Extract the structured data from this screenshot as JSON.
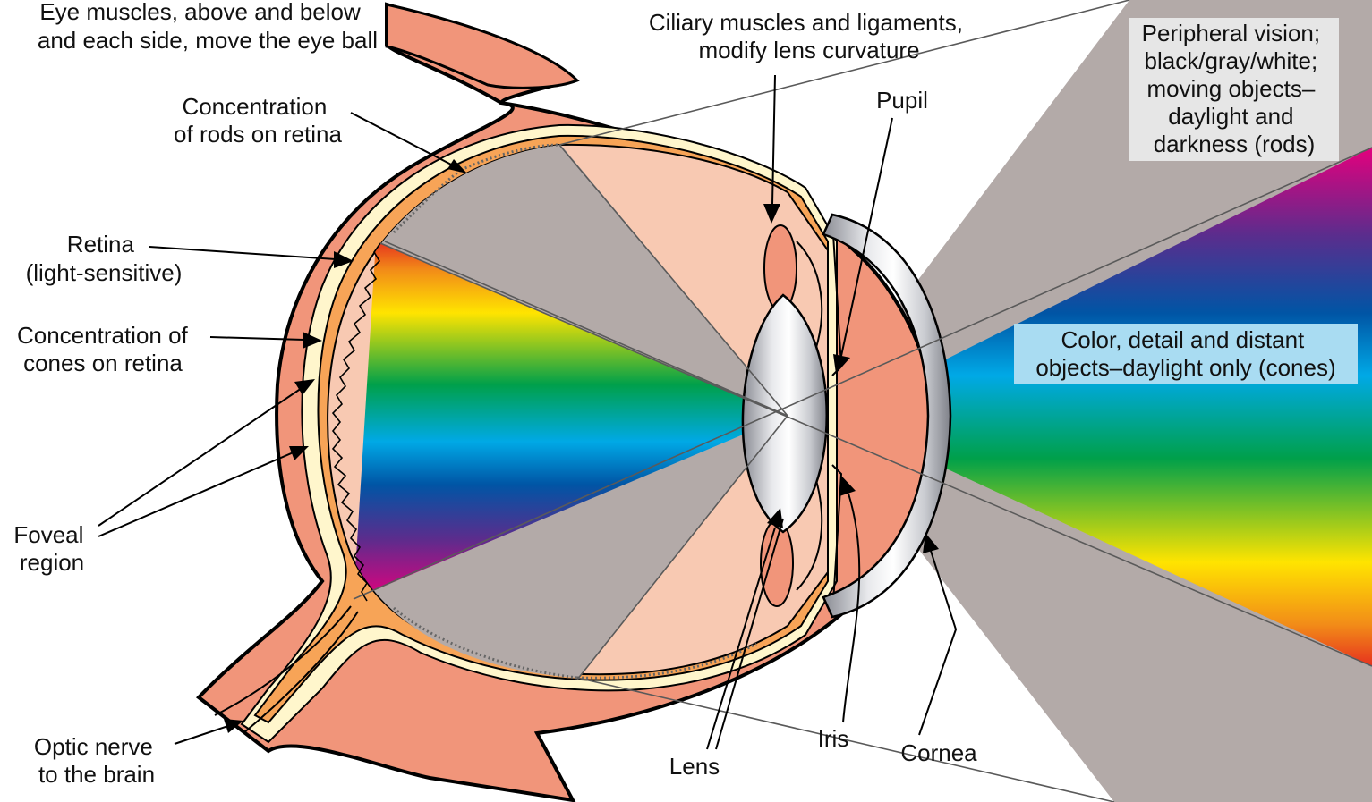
{
  "labels": {
    "eye_muscles": [
      "Eye muscles, above and below",
      "and each side, move the eye ball"
    ],
    "rods_concentration": [
      "Concentration",
      "of rods on retina"
    ],
    "retina": [
      "Retina",
      "(light-sensitive)"
    ],
    "cones_concentration": [
      "Concentration of",
      "cones on retina"
    ],
    "foveal_region": [
      "Foveal",
      "region"
    ],
    "optic_nerve": [
      "Optic nerve",
      "to the brain"
    ],
    "ciliary": [
      "Ciliary muscles and ligaments,",
      "modify lens curvature"
    ],
    "pupil": "Pupil",
    "lens": "Lens",
    "iris": "Iris",
    "cornea": "Cornea"
  },
  "boxes": {
    "peripheral_vision": [
      "Peripheral vision;",
      "black/gray/white;",
      "moving objects–",
      "daylight and",
      "darkness (rods)"
    ],
    "color_vision": [
      "Color, detail and distant",
      "objects–daylight only (cones)"
    ]
  },
  "colors": {
    "sclera": "#f1957a",
    "choroid_layer": "#fff6cc",
    "pigment_layer": "#f7a457",
    "interior": "#f8c9b2",
    "gray_field": "#b3aaa8",
    "peripheral_box": "#e6e6e6",
    "color_box": "#a9dcf2",
    "spectrum": [
      "#e4007d",
      "#5a2d8d",
      "#0055a5",
      "#00a9e6",
      "#00a04a",
      "#ffe400",
      "#f28c18",
      "#e6321e"
    ]
  }
}
